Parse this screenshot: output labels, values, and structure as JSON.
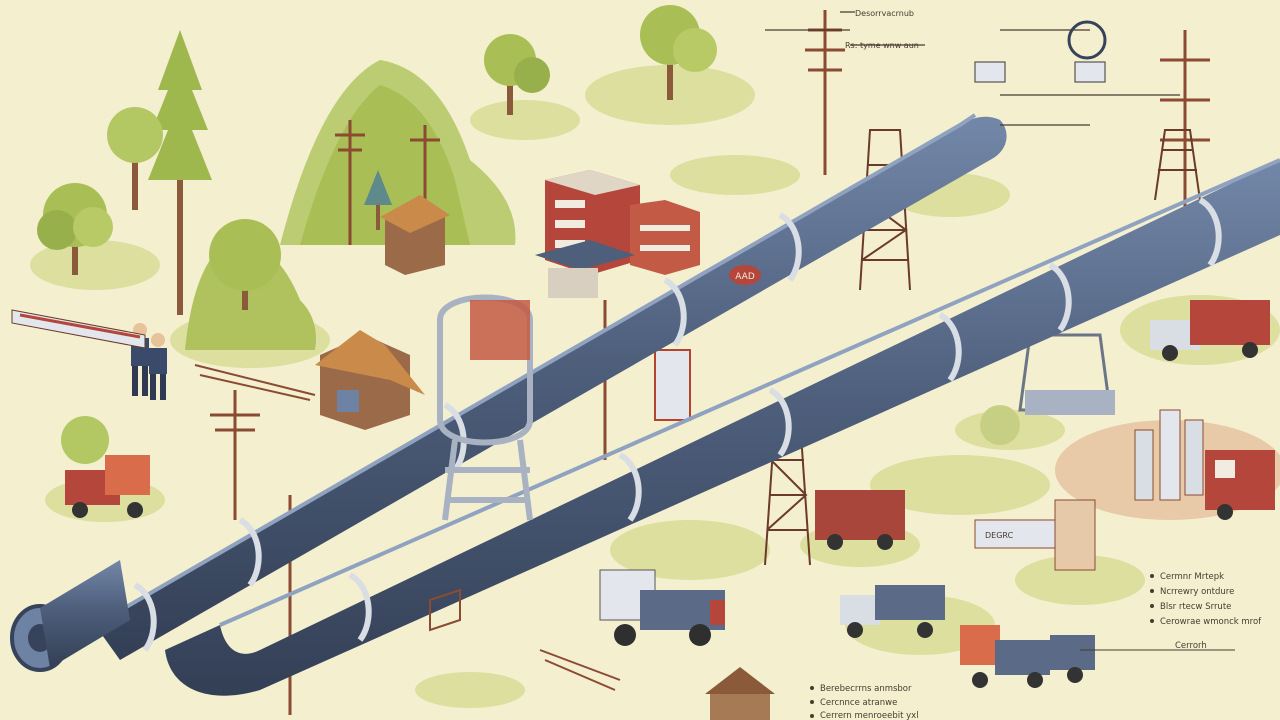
{
  "image": {
    "kind": "isometric-illustration",
    "subject": "pipeline infrastructure through countryside",
    "palette": {
      "background": "#f3efcf",
      "grass": "#d8dc9a",
      "grass_dark": "#b7c46f",
      "tree": "#a9bf56",
      "tree_dark": "#8aa343",
      "pipe": "#4e5f7c",
      "pipe_light": "#6e82a3",
      "pipe_dark": "#36435a",
      "metal": "#d9dde4",
      "rust": "#b3452e",
      "building_red": "#b5463b",
      "wood": "#8b5a3a",
      "roof": "#c98a4a"
    }
  },
  "labels": {
    "top1": "Desorrvacrnub",
    "top2": "Rs: tyme wnw aun",
    "pipe_marker": "AAD",
    "billboard": "—",
    "sign_bottom": "DEGRC",
    "legend_right": [
      "Cermnr Mrtepk",
      "Ncrrewry ontdure",
      "Blsr rtecw Srrute",
      "Cerowrae wmonck mrof"
    ],
    "legend_right_bottom": "Cerrorh",
    "legend_bottom": [
      "Berebecrrns anmsbor",
      "Cercnnce atranwe",
      "Cerrern menroeebit yxl"
    ]
  }
}
